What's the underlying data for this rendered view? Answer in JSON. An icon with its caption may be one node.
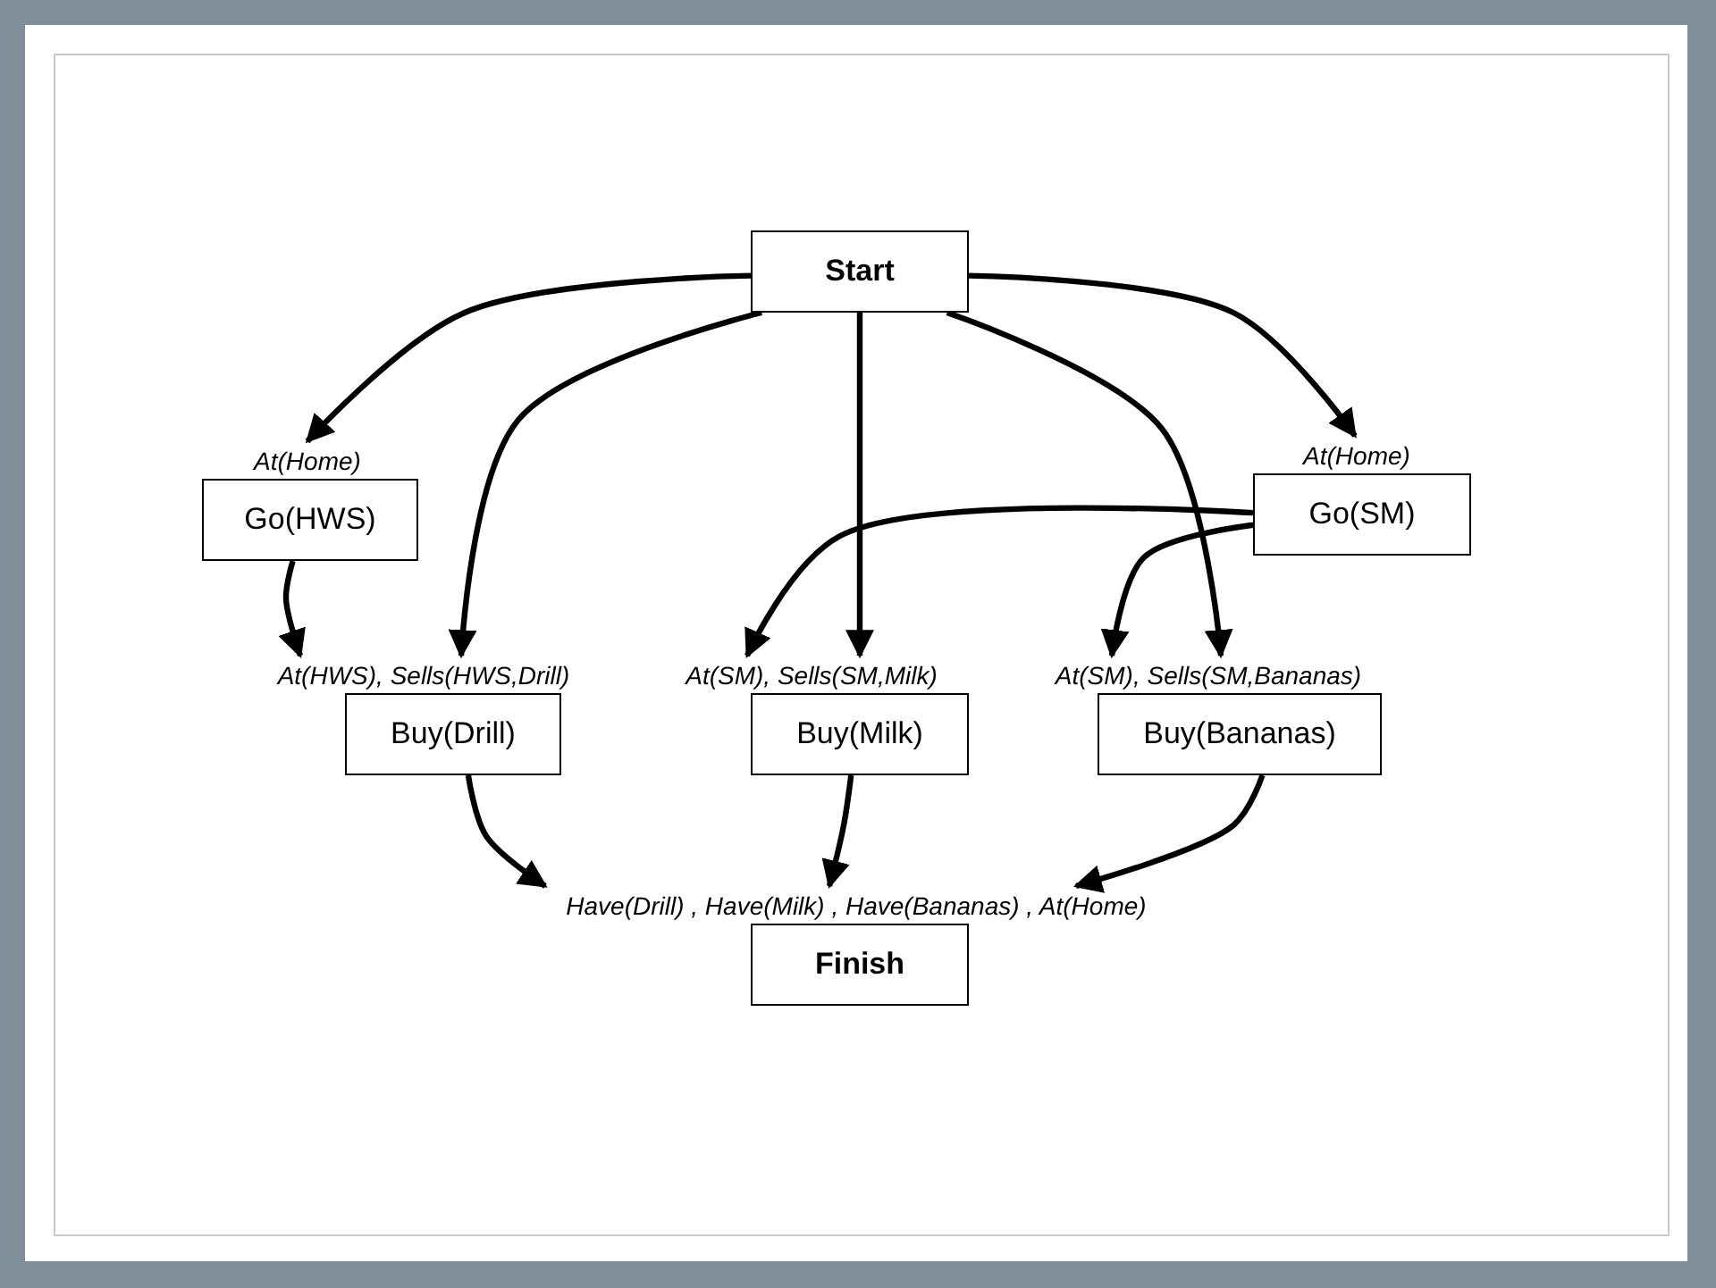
{
  "diagram": {
    "nodes": [
      {
        "text": [
          "Start"
        ]
      },
      {
        "text": [
          "Go(HWS)"
        ],
        "beside": [
          "At(Home)"
        ]
      },
      {
        "text": [
          "Go(SM)"
        ],
        "beside": [
          "At(Home)"
        ]
      },
      {
        "text": [
          "Buy(Drill)"
        ],
        "beside": [
          "At(HWS), Sells(HWS,Drill)"
        ]
      },
      {
        "text": [
          "Buy(Milk)"
        ],
        "beside": [
          "At(SM), Sells(SM,Milk)"
        ]
      },
      {
        "text": [
          "Buy(Bananas)"
        ],
        "beside": [
          "At(SM), Sells(SM,Bananas)"
        ]
      },
      {
        "text": [
          "Finish"
        ],
        "beside": [
          "Have(Drill) , Have(Milk) , Have(Bananas) , At(Home)"
        ]
      }
    ],
    "edges": [
      {
        "from": 0,
        "to": 1,
        "arrow": "to"
      },
      {
        "from": 0,
        "to": 3,
        "arrow": "to"
      },
      {
        "from": 0,
        "to": 4,
        "arrow": "to"
      },
      {
        "from": 0,
        "to": 5,
        "arrow": "to"
      },
      {
        "from": 0,
        "to": 2,
        "arrow": "to"
      },
      {
        "from": 1,
        "to": 3,
        "arrow": "to"
      },
      {
        "from": 2,
        "to": 4,
        "arrow": "to"
      },
      {
        "from": 2,
        "to": 5,
        "arrow": "to"
      },
      {
        "from": 3,
        "to": 6,
        "arrow": "to"
      },
      {
        "from": 4,
        "to": 6,
        "arrow": "to"
      },
      {
        "from": 5,
        "to": 6,
        "arrow": "to"
      }
    ]
  }
}
